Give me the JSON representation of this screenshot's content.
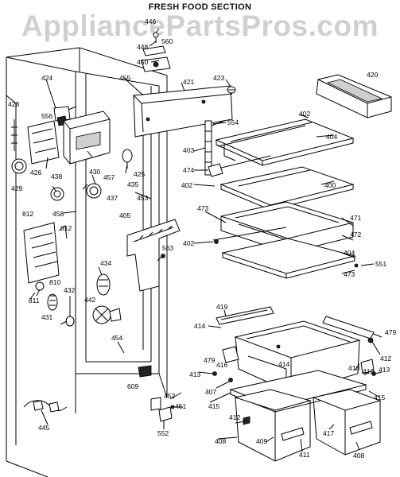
{
  "header": {
    "title": "FRESH FOOD SECTION",
    "watermark": "AppliancePartsPros.com"
  },
  "callouts": [
    "446",
    "560",
    "448",
    "450",
    "420",
    "424",
    "455",
    "421",
    "423",
    "428",
    "556",
    "402",
    "554",
    "404",
    "403",
    "425",
    "426",
    "430",
    "474",
    "429",
    "438",
    "457",
    "435",
    "402",
    "400",
    "437",
    "453",
    "812",
    "458",
    "473",
    "471",
    "405",
    "812",
    "402",
    "472",
    "563",
    "404",
    "551",
    "434",
    "810",
    "473",
    "432",
    "442",
    "811",
    "431",
    "419",
    "414",
    "479",
    "412",
    "454",
    "479",
    "410",
    "416",
    "414",
    "413",
    "609",
    "416",
    "413",
    "407",
    "415",
    "415",
    "452",
    "451",
    "412",
    "417",
    "408",
    "409",
    "552",
    "445",
    "411",
    "408"
  ],
  "colors": {
    "line": "#000000",
    "watermark": "#aaaaaa",
    "background": "#ffffff"
  }
}
